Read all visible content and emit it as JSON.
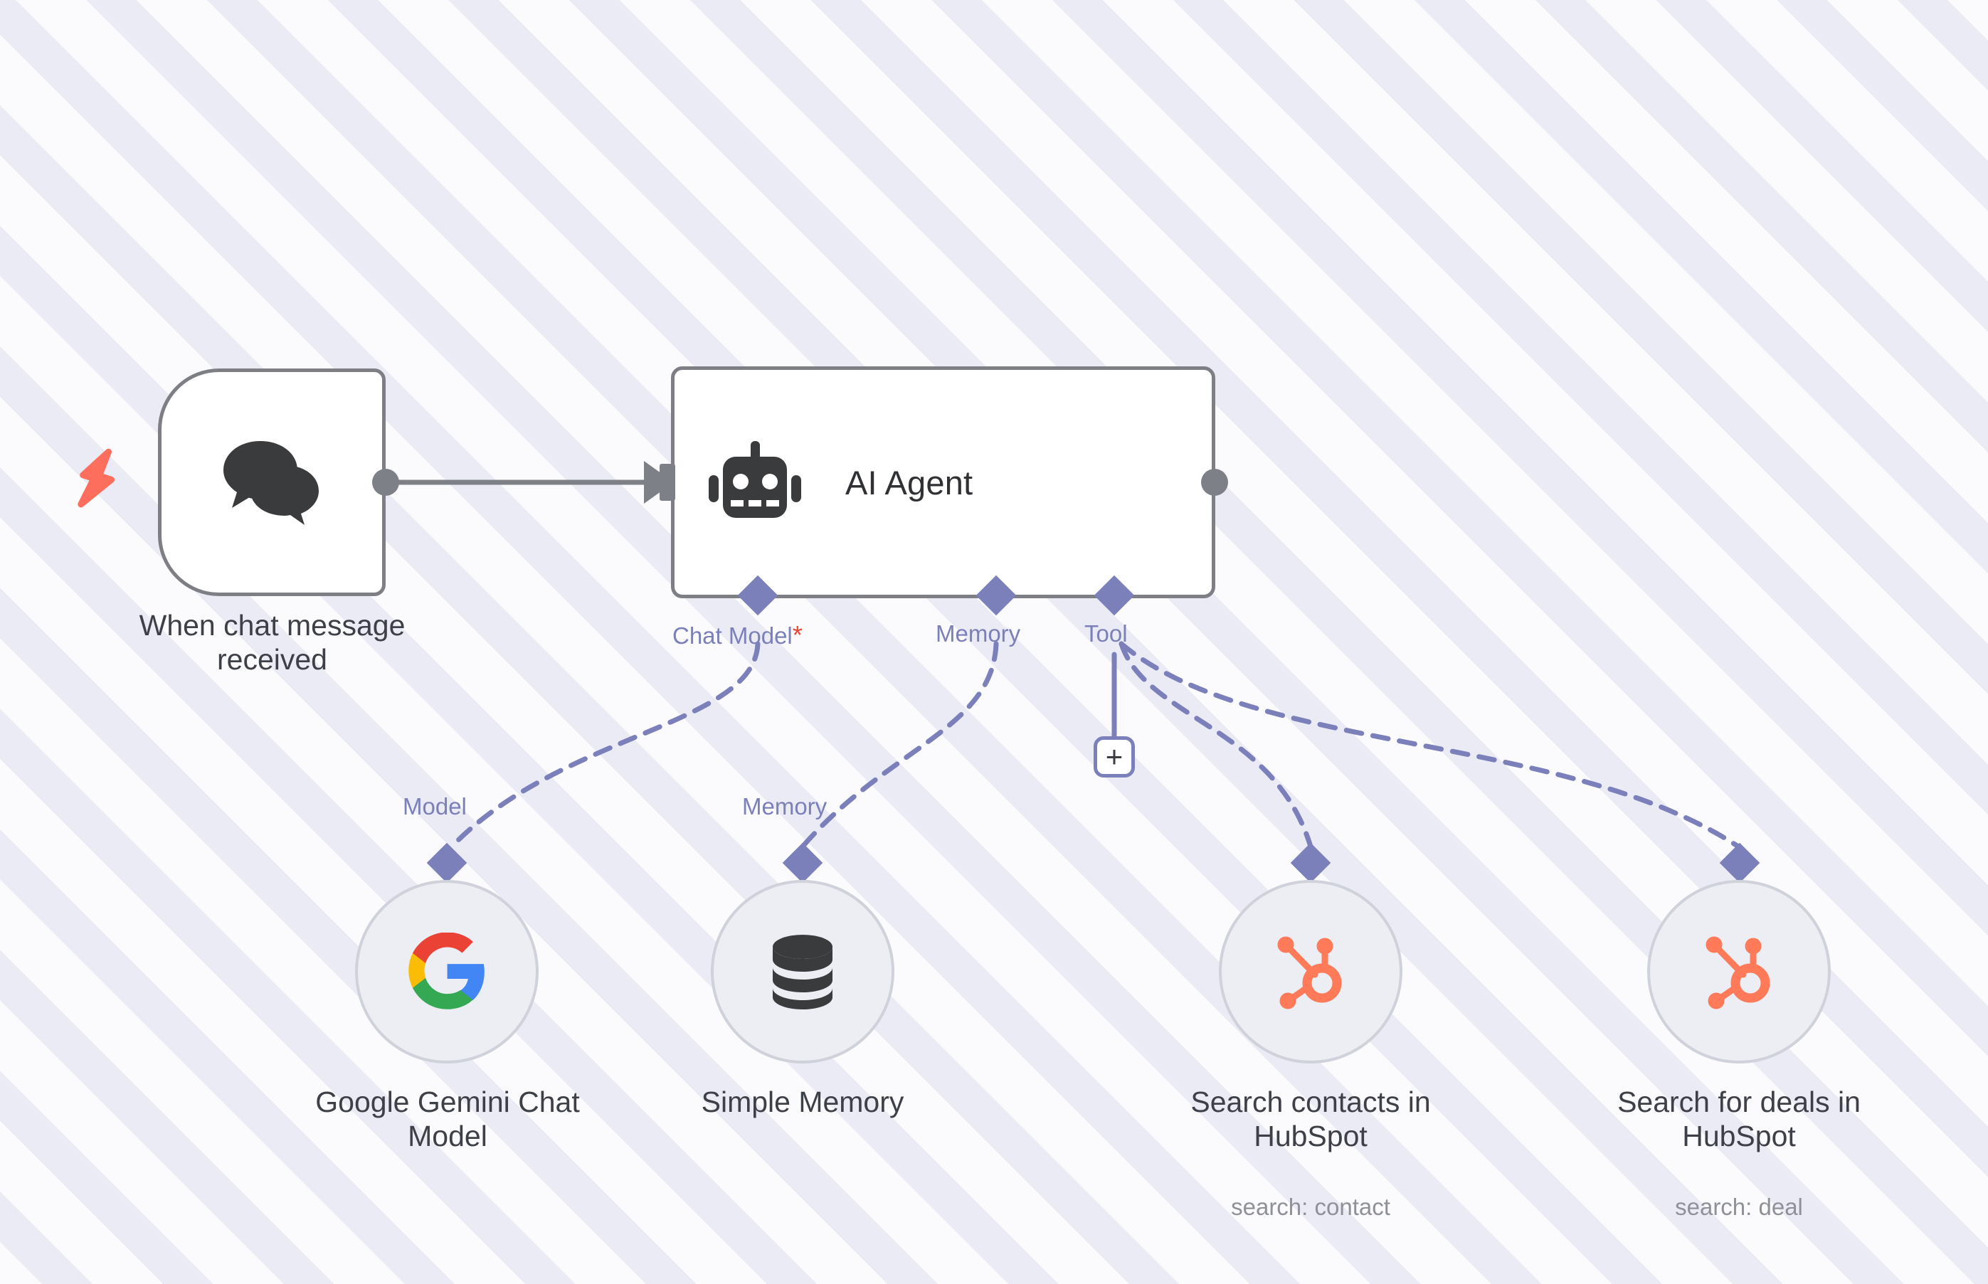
{
  "canvas": {
    "background_stripe_light": "#fbfbfe",
    "background_stripe_dark": "#ebebf6"
  },
  "colors": {
    "node_border": "#7d7f85",
    "node_fill": "#ffffff",
    "port_gray": "#7d8087",
    "accent_purple": "#7b7fba",
    "required_red": "#f0432f",
    "trigger_bolt": "#fd6f5c",
    "caption_text": "#3e4047",
    "subcaption_text": "#8e9197",
    "sub_node_fill": "#eceef3",
    "sub_node_border": "#cfd2da",
    "hubspot_orange": "#ff7a59"
  },
  "trigger": {
    "icon": "chat-bubbles-icon",
    "bolt_icon": "lightning-bolt-icon",
    "caption": "When chat message\nreceived"
  },
  "agent": {
    "icon": "robot-icon",
    "title": "AI Agent",
    "ports": [
      {
        "key": "chat_model",
        "label": "Chat Model",
        "required": true,
        "required_marker": "*"
      },
      {
        "key": "memory",
        "label": "Memory",
        "required": false,
        "required_marker": ""
      },
      {
        "key": "tool",
        "label": "Tool",
        "required": false,
        "required_marker": ""
      }
    ],
    "add_tool_button_label": "+"
  },
  "sub_nodes": [
    {
      "key": "google_gemini",
      "port_label": "Model",
      "icon": "google-g-icon",
      "caption": "Google Gemini Chat\nModel",
      "subcaption": ""
    },
    {
      "key": "simple_memory",
      "port_label": "Memory",
      "icon": "database-icon",
      "caption": "Simple Memory",
      "subcaption": ""
    },
    {
      "key": "search_contacts",
      "port_label": "",
      "icon": "hubspot-icon",
      "caption": "Search contacts in\nHubSpot",
      "subcaption": "search: contact"
    },
    {
      "key": "search_deals",
      "port_label": "",
      "icon": "hubspot-icon",
      "caption": "Search for deals in\nHubSpot",
      "subcaption": "search: deal"
    }
  ]
}
